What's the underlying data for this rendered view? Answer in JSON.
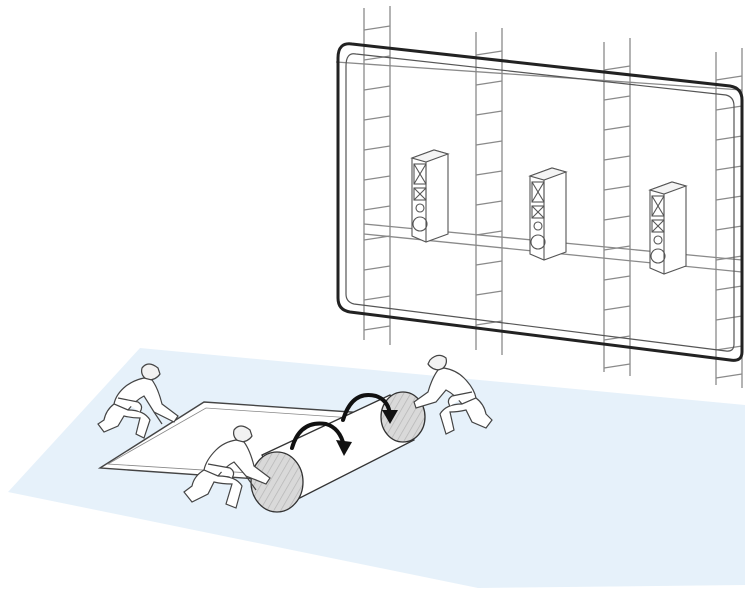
{
  "scene": {
    "description_icons": [
      "ladder-icon",
      "screen-frame-icon",
      "speaker-icon",
      "worker-icon",
      "roll-icon",
      "rotate-arrow-icon"
    ],
    "colors": {
      "floor": "#e6f1fa",
      "line": "#4a4a4a",
      "roll_end": "#d8d8d8",
      "arrow": "#111111"
    },
    "speaker_count": 3,
    "worker_count": 3,
    "arrow_count": 2
  }
}
